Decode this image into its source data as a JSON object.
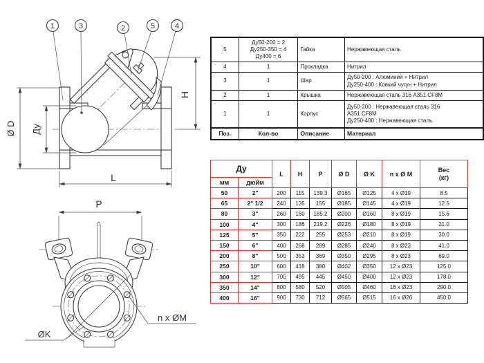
{
  "colors": {
    "accent_red": "#ed3024",
    "table_black": "#1b1b1b",
    "line": "#3c3d41"
  },
  "side_view": {
    "balloons": [
      "1",
      "3",
      "2",
      "5",
      "4"
    ],
    "labels": {
      "diameter_d": "Ø D",
      "du": "Ду",
      "height": "H",
      "length": "L"
    }
  },
  "front_view": {
    "labels": {
      "p": "P",
      "bolts": "n x ØM",
      "bolt_circle": "ØK"
    }
  },
  "parts_table": {
    "headers": {
      "pos": "Поз.",
      "qty": "Кол-во",
      "desc": "Описание",
      "material": "Материал"
    },
    "rows": [
      {
        "pos": "5",
        "qty": "Ду50-200 = 2\nДу250-350 = 4\nДу400 = 6",
        "desc": "Гайка",
        "material": "Нержавеющая сталь",
        "h": "r-tall"
      },
      {
        "pos": "4",
        "qty": "1",
        "desc": "Прокладка",
        "material": "Нитрил",
        "h": "r-1line"
      },
      {
        "pos": "3",
        "qty": "1",
        "desc": "Шар",
        "material": "Ду50-200 : Алюминий + Нитрил\nДу250-400 : Ковкий чугун + Нитрил",
        "h": "r-2line"
      },
      {
        "pos": "2",
        "qty": "1",
        "desc": "Крышка",
        "material": "Нержавеющая сталь 316 A351 CF8M",
        "h": "r-1line"
      },
      {
        "pos": "1",
        "qty": "1",
        "desc": "Корпус",
        "material": "Ду50-200 : Нержавеющая сталь 316\nA351 CF8M\nДу250-400 : Нержавеющая сталь",
        "h": "r-3line"
      }
    ]
  },
  "dim_table": {
    "headers": {
      "du": "Ду",
      "mm": "мм",
      "inch": "дюйм",
      "l": "L",
      "h": "H",
      "p": "P",
      "d": "Ø D",
      "k": "Ø K",
      "nxm": "n x Ø M",
      "weight": "Вес\n(кг)"
    },
    "rows": [
      [
        "50",
        "2\"",
        "200",
        "115",
        "139.3",
        "Ø165",
        "Ø125",
        "4 x Ø19",
        "8.5"
      ],
      [
        "65",
        "2\" 1/2",
        "240",
        "135",
        "155",
        "Ø185",
        "Ø145",
        "4 x Ø19",
        "12.5"
      ],
      [
        "80",
        "3\"",
        "260",
        "160",
        "185.2",
        "Ø200",
        "Ø160",
        "8 x Ø19",
        "15.6"
      ],
      [
        "100",
        "4\"",
        "300",
        "186",
        "219.2",
        "Ø226",
        "Ø180",
        "8 x Ø19",
        "21.0"
      ],
      [
        "125",
        "5\"",
        "350",
        "222",
        "255",
        "Ø253",
        "Ø210",
        "8 x Ø19",
        "30.0"
      ],
      [
        "150",
        "6\"",
        "400",
        "268",
        "289",
        "Ø285",
        "Ø240",
        "8 x Ø23",
        "41.0"
      ],
      [
        "200",
        "8\"",
        "500",
        "353",
        "369",
        "Ø350",
        "Ø295",
        "8 x Ø23",
        "69.0"
      ],
      [
        "250",
        "10\"",
        "600",
        "418",
        "380",
        "Ø402",
        "Ø350",
        "12 x Ø23",
        "125.0"
      ],
      [
        "300",
        "12\"",
        "700",
        "495",
        "445",
        "Ø450",
        "Ø400",
        "12 x Ø23",
        "178.0"
      ],
      [
        "350",
        "14\"",
        "800",
        "580",
        "520",
        "Ø505",
        "Ø460",
        "16 x Ø23",
        "290.0"
      ],
      [
        "400",
        "16\"",
        "900",
        "730",
        "712",
        "Ø565",
        "Ø515",
        "16 x Ø26",
        "450.0"
      ]
    ]
  }
}
